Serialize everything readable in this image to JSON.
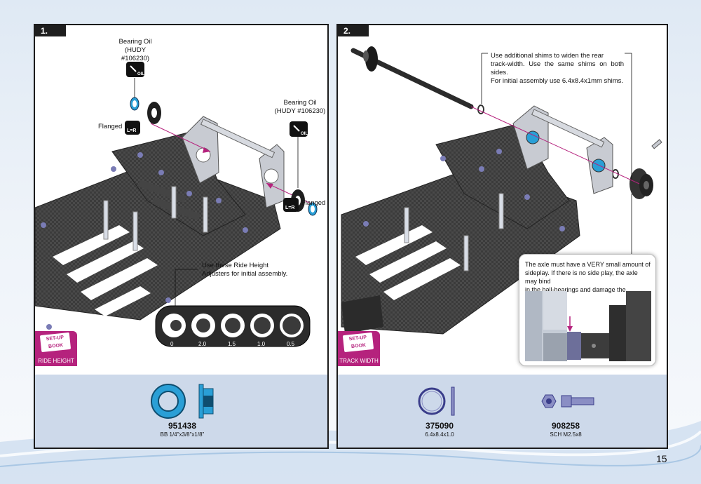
{
  "page": {
    "number": "15"
  },
  "step1": {
    "tab": "1.",
    "bearing_oil_top": {
      "line1": "Bearing Oil",
      "line2": "(HUDY #106230)"
    },
    "bearing_oil_right": {
      "line1": "Bearing Oil",
      "line2": "(HUDY #106230)"
    },
    "oil_icon_text": "OIL",
    "lr_icon_text": "L=R",
    "flanged_left": "Flanged",
    "flanged_right": "Flanged",
    "ride_height_callout": {
      "line1": "Use these  Ride Height",
      "line2": "Adjusters for initial assembly."
    },
    "adjuster_values": [
      "0",
      "2.0",
      "1.5",
      "1.0",
      "0.5"
    ],
    "badge": {
      "book_line1": "SET-UP",
      "book_line2": "BOOK",
      "label": "RIDE HEIGHT"
    },
    "parts": [
      {
        "code": "951438",
        "desc": "BB 1/4\"x3/8\"x1/8\""
      }
    ]
  },
  "step2": {
    "tab": "2.",
    "shims_callout": {
      "line1": "Use  additional  shims  to  widen  the  rear",
      "line2": "track-width. Use the same shims on both sides.",
      "line3": "For initial assembly use 6.4x8.4x1mm shims."
    },
    "sideplay_callout": {
      "line1": "The  axle  must  have  a  VERY  small  amount  of",
      "line2": "sideplay. If there is no side play, the axle may bind",
      "line3": "in the ball-bearings and damage the bearings."
    },
    "badge": {
      "book_line1": "SET-UP",
      "book_line2": "BOOK",
      "label": "TRACK WIDTH"
    },
    "parts": [
      {
        "code": "375090",
        "desc": "6.4x8.4x1.0"
      },
      {
        "code": "908258",
        "desc": "SCH M2.5x8"
      }
    ]
  },
  "colors": {
    "accent_magenta": "#b5227d",
    "bearing_blue": "#2a9fd6",
    "parts_bg": "#cdd9ea",
    "carbon": "#3b3b3b"
  }
}
